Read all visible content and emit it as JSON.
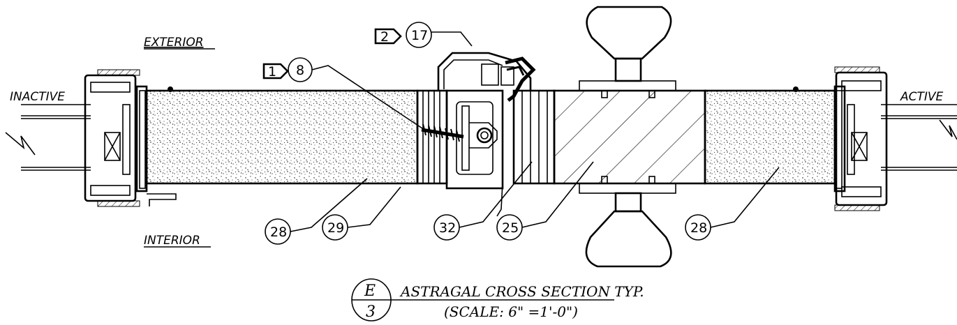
{
  "labels": {
    "exterior": "EXTERIOR",
    "interior": "INTERIOR",
    "inactive": "INACTIVE",
    "active": "ACTIVE"
  },
  "tags": [
    "1",
    "2"
  ],
  "callouts": [
    "8",
    "17",
    "28",
    "29",
    "32",
    "25",
    "28"
  ],
  "title": {
    "detail_letter": "E",
    "sheet_number": "3",
    "line1": "ASTRAGAL CROSS SECTION TYP.",
    "line2": "(SCALE:  6\"  =1'-0\")"
  },
  "colors": {
    "ink": "#000000",
    "paper": "#ffffff"
  }
}
